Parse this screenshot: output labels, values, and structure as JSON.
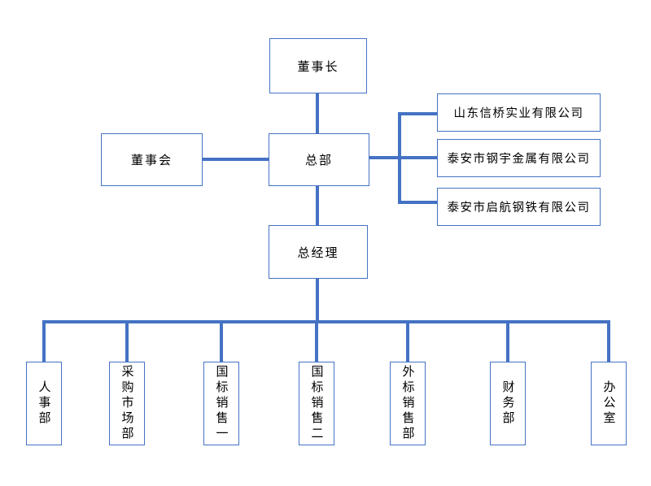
{
  "org_chart": {
    "nodes": {
      "chairman": {
        "label": "董事长"
      },
      "board": {
        "label": "董事会"
      },
      "headquarters": {
        "label": "总部"
      },
      "general_manager": {
        "label": "总经理"
      }
    },
    "subsidiaries": [
      {
        "label": "山东信桥实业有限公司"
      },
      {
        "label": "泰安市钢宇金属有限公司"
      },
      {
        "label": "泰安市启航钢铁有限公司"
      }
    ],
    "departments": [
      {
        "label": "人事部"
      },
      {
        "label": "采购市场部"
      },
      {
        "label": "国标销售一"
      },
      {
        "label": "国标销售二"
      },
      {
        "label": "外标销售部"
      },
      {
        "label": "财务部"
      },
      {
        "label": "办公室"
      }
    ],
    "colors": {
      "connector_line": "#4472C4",
      "box_border": "#4472C4",
      "text": "#000000",
      "background": "#FFFFFF"
    },
    "hierarchy": {
      "top": "董事长",
      "center": "总部",
      "center_peers": [
        "董事会"
      ],
      "center_subsidiaries": [
        "山东信桥实业有限公司",
        "泰安市钢宇金属有限公司",
        "泰安市启航钢铁有限公司"
      ],
      "center_child": "总经理",
      "general_manager_children": [
        "人事部",
        "采购市场部",
        "国标销售一",
        "国标销售二",
        "外标销售部",
        "财务部",
        "办公室"
      ]
    }
  }
}
